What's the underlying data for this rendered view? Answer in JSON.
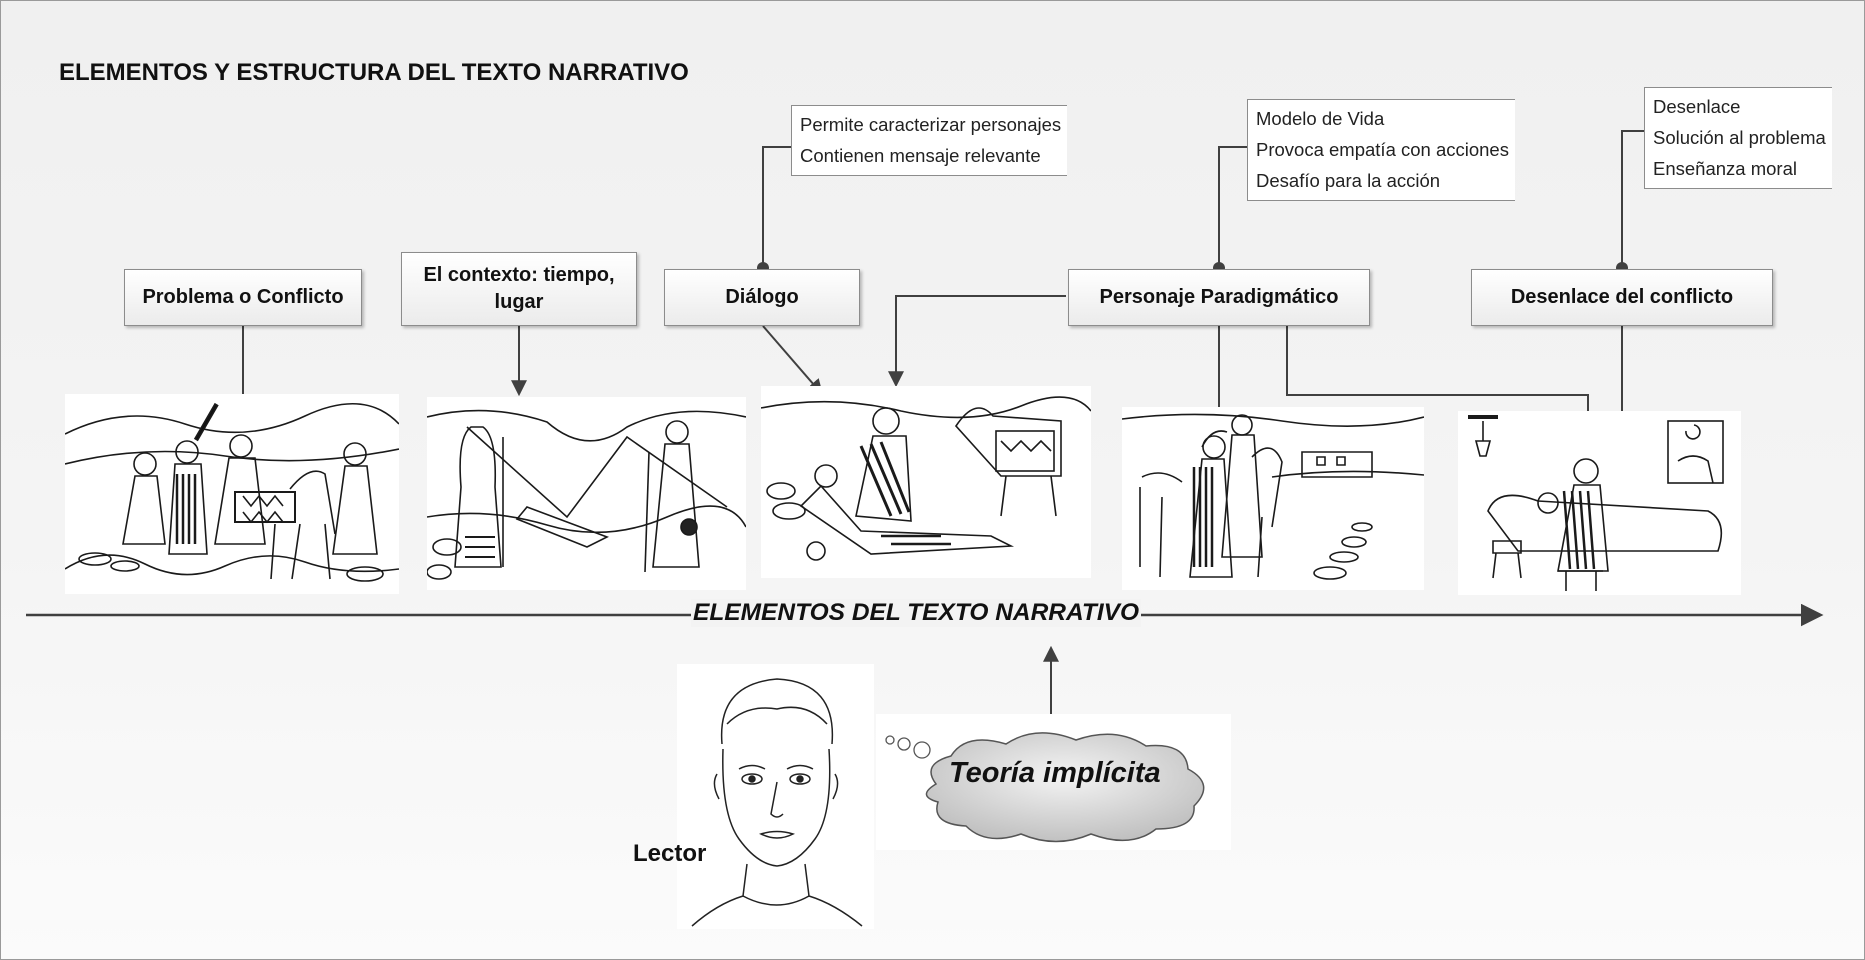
{
  "title": "ELEMENTOS Y ESTRUCTURA DEL TEXTO NARRATIVO",
  "elements": [
    {
      "label": "Problema o Conflicto"
    },
    {
      "label": "El contexto: tiempo,\nlugar"
    },
    {
      "label": "Diálogo",
      "notes": [
        "Permite caracterizar personajes",
        "Contienen mensaje relevante"
      ]
    },
    {
      "label": "Personaje Paradigmático",
      "notes": [
        "Modelo de Vida",
        "Provoca empatía con acciones",
        "Desafío para la acción"
      ]
    },
    {
      "label": "Desenlace del conflicto",
      "notes": [
        "Desenlace",
        "Solución al problema",
        "Enseñanza moral"
      ]
    }
  ],
  "timeline": {
    "label": "ELEMENTOS DEL TEXTO NARRATIVO"
  },
  "reader": {
    "label": "Lector",
    "thought": "Teoría implícita"
  },
  "colors": {
    "line": "#404040",
    "box_fill": "#f4f4f4",
    "background": "#f2f2f2"
  }
}
